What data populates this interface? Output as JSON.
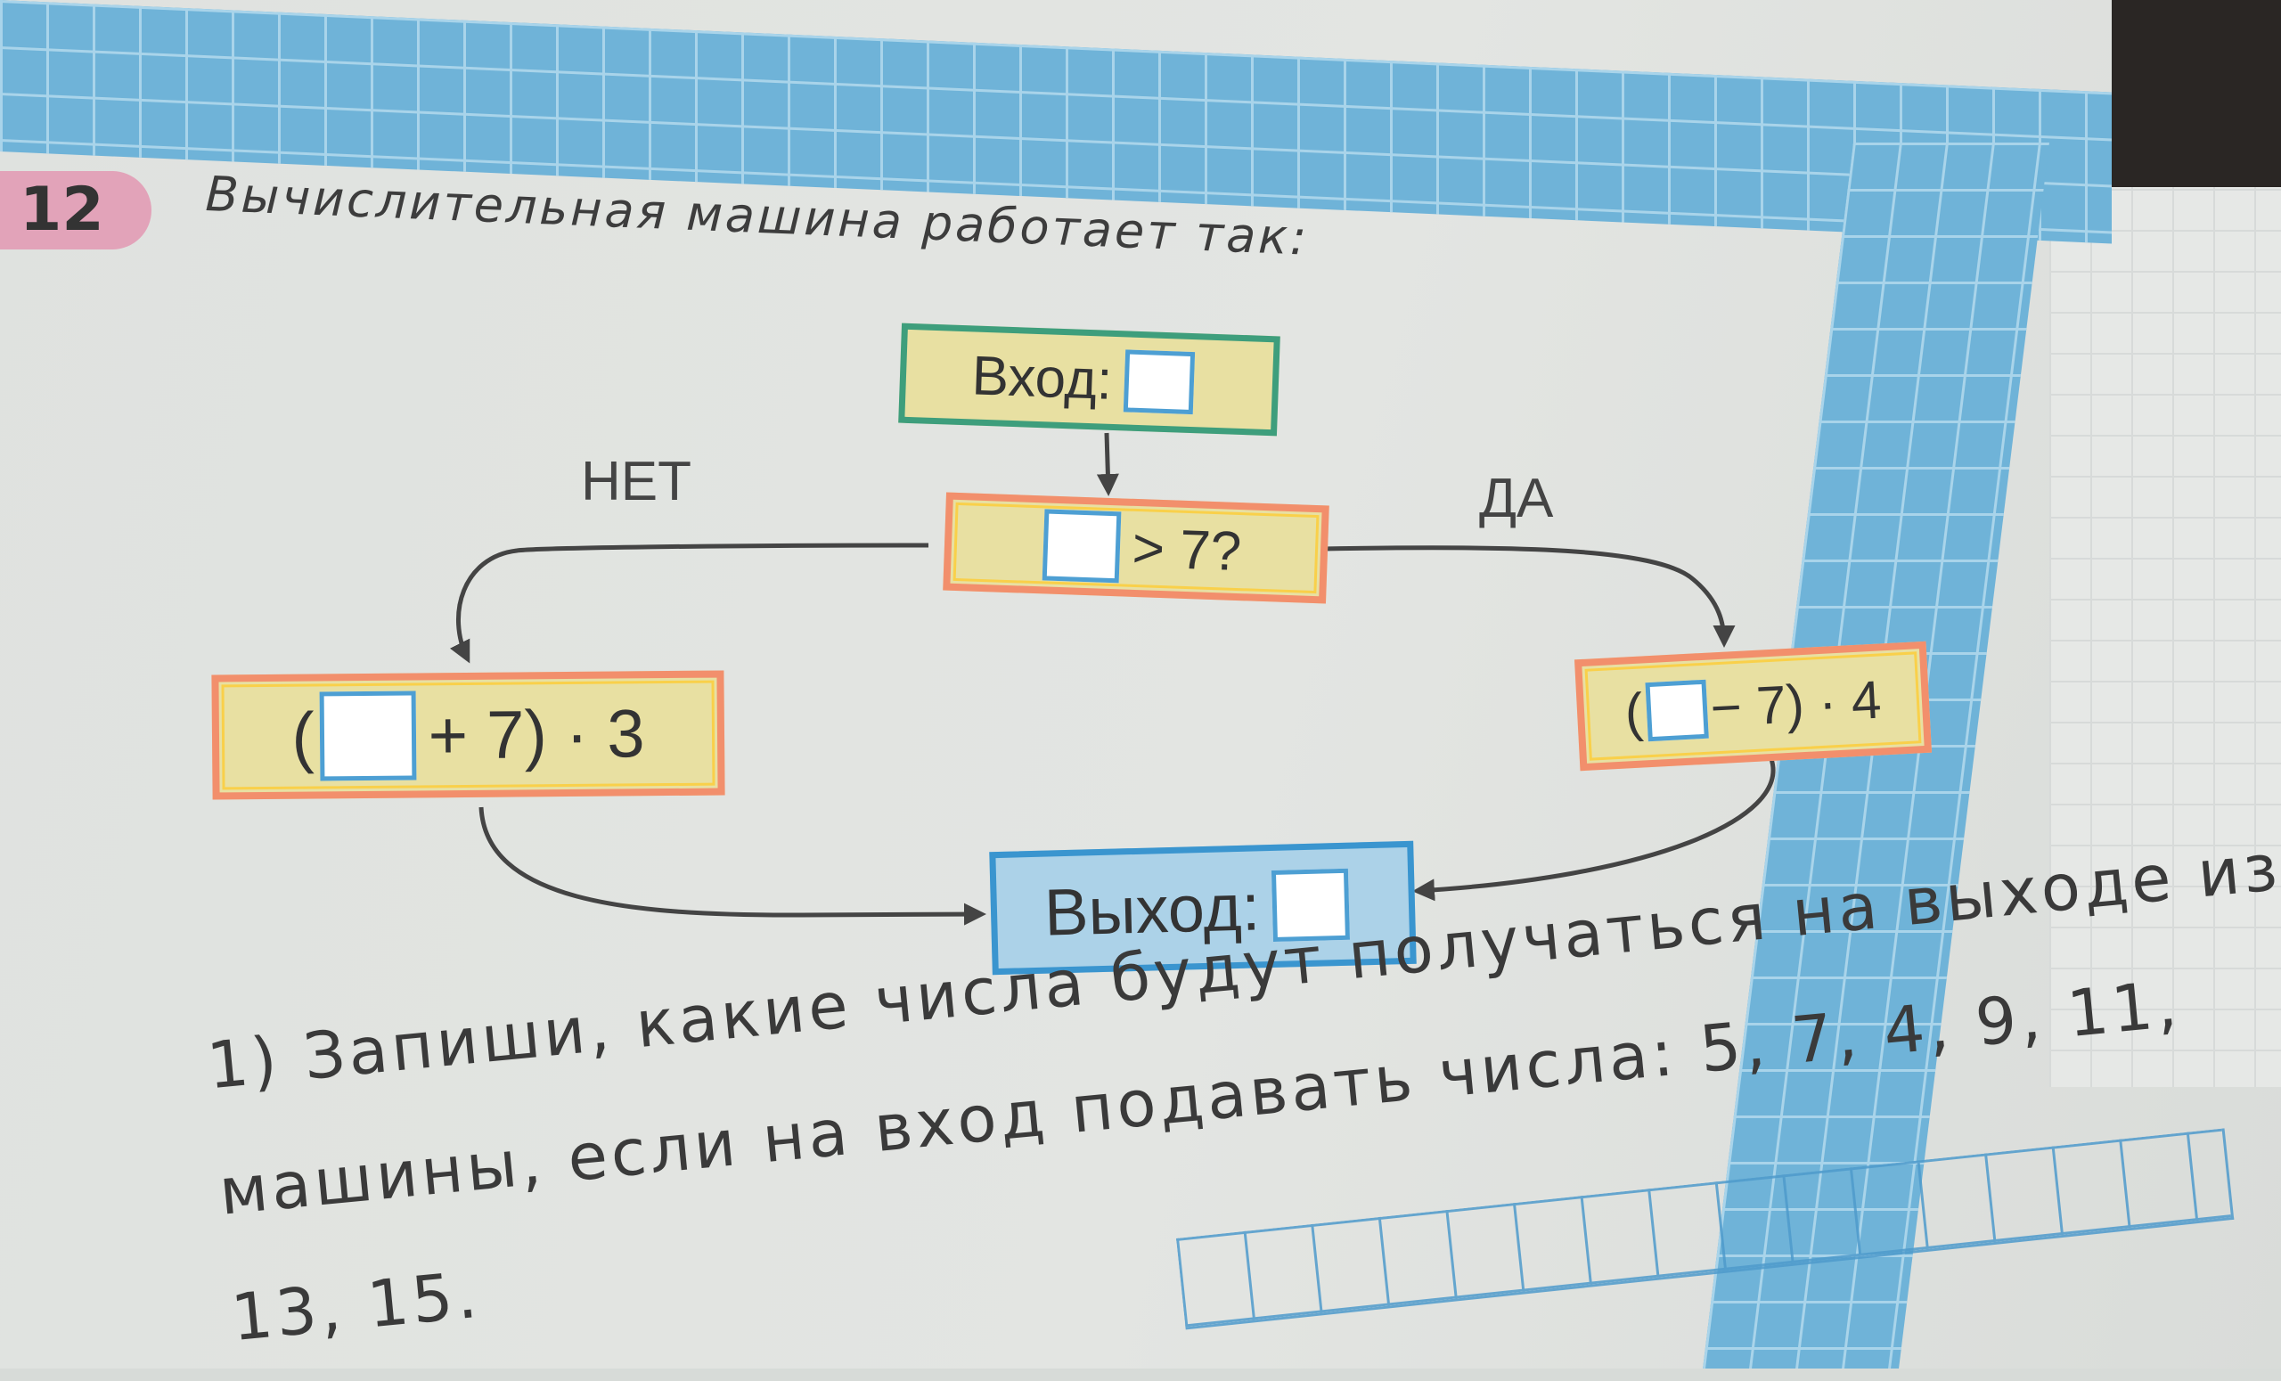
{
  "task": {
    "number": "12",
    "heading": "Вычислительная машина работает так:"
  },
  "flowchart": {
    "input_label": "Вход:",
    "condition_text": "> 7?",
    "no_label": "НЕТ",
    "yes_label": "ДА",
    "no_formula_open": "(",
    "no_formula_rest": "+ 7) · 3",
    "yes_formula_open": "(",
    "yes_formula_rest": "− 7) · 4",
    "output_label": "Выход:"
  },
  "question": {
    "line1": "1) Запиши, какие числа будут получаться на выходе из",
    "line2": "машины, если на вход подавать числа: 5, 7, 4, 9, 11,",
    "line3": "13, 15."
  },
  "colors": {
    "formula_fill": "#e8e0a2",
    "formula_border": "#f28f6c",
    "input_border": "#3e9e7c",
    "output_fill": "#acd2e8",
    "output_border": "#3a95cf",
    "blank_square": "#4d9fd3"
  }
}
